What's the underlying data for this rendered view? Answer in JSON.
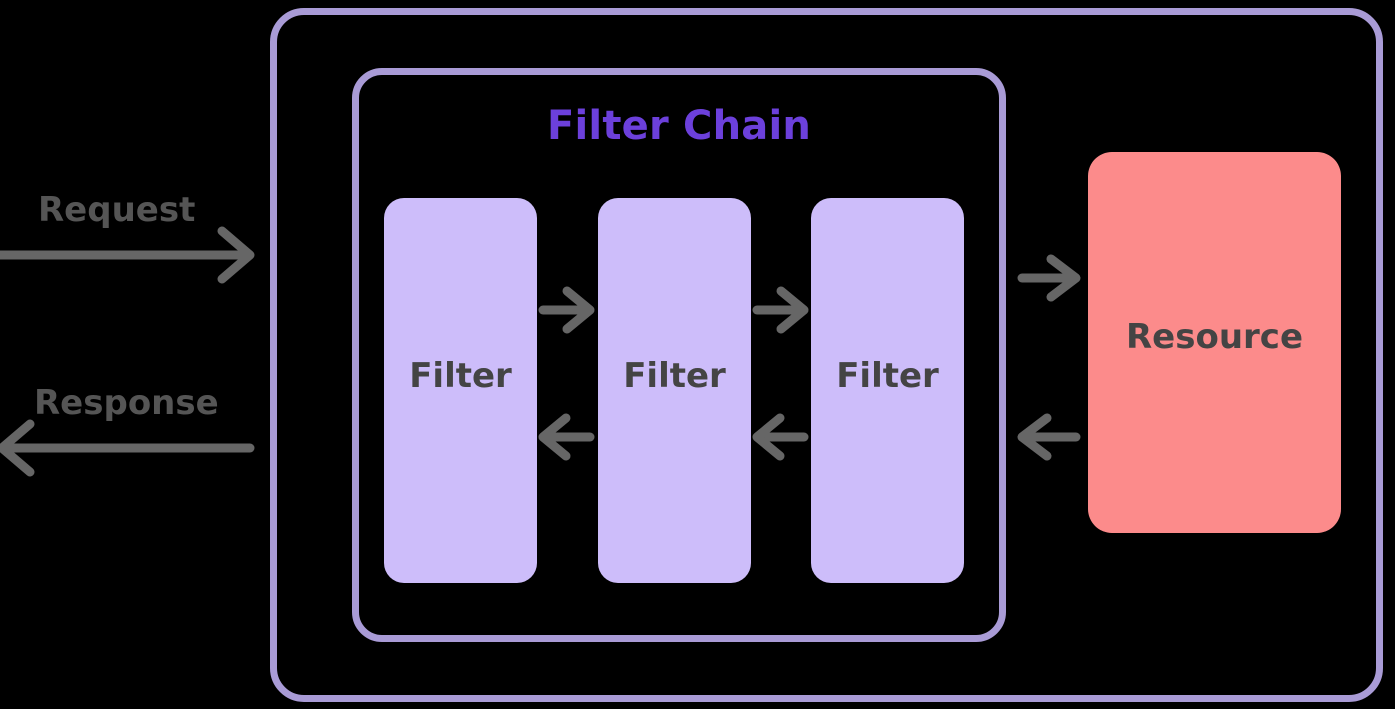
{
  "diagram": {
    "title": "Filter Chain",
    "background_color": "#000000",
    "outer_container": {
      "name": "gateway-container",
      "border_color": "#a99bd6"
    },
    "chain_panel": {
      "label": "Filter Chain",
      "title_color": "#6c40db",
      "border_color": "#a99bd6"
    },
    "filters": [
      {
        "label": "Filter",
        "fill": "#cdbdfa",
        "text_color": "#444444"
      },
      {
        "label": "Filter",
        "fill": "#cdbdfa",
        "text_color": "#444444"
      },
      {
        "label": "Filter",
        "fill": "#cdbdfa",
        "text_color": "#444444"
      }
    ],
    "resource": {
      "label": "Resource",
      "fill": "#fc8b8b",
      "text_color": "#444444"
    },
    "edges": {
      "request_label": "Request",
      "response_label": "Response",
      "arrow_color": "#666666",
      "label_color": "#555555"
    },
    "flow": {
      "forward_arrows": 4,
      "backward_arrows": 4,
      "forward_direction": "left-to-right",
      "backward_direction": "right-to-left"
    }
  }
}
